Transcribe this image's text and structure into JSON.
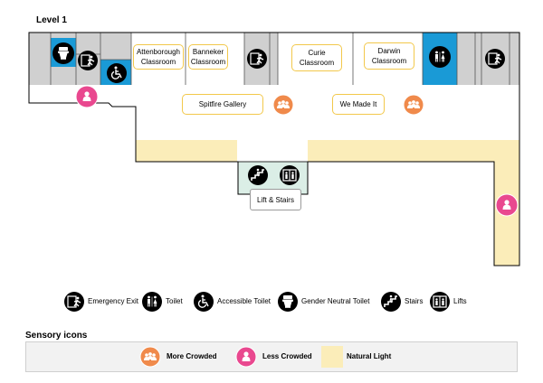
{
  "map": {
    "level_title": "Level 1",
    "rooms": [
      {
        "id": "attenborough",
        "label": "Attenborough Classroom"
      },
      {
        "id": "banneker",
        "label": "Banneker Classroom"
      },
      {
        "id": "curie",
        "label": "Curie Classroom"
      },
      {
        "id": "darwin",
        "label": "Darwin Classroom"
      },
      {
        "id": "spitfire",
        "label": "Spitfire Gallery"
      },
      {
        "id": "wemadeit",
        "label": "We Made It"
      }
    ],
    "lift_stairs_label": "Lift & Stairs"
  },
  "legend": {
    "items": [
      {
        "icon": "emergency-exit-icon",
        "label": "Emergency Exit"
      },
      {
        "icon": "toilet-icon",
        "label": "Toilet"
      },
      {
        "icon": "accessible-toilet-icon",
        "label": "Accessible Toilet"
      },
      {
        "icon": "gender-neutral-toilet-icon",
        "label": "Gender Neutral Toilet"
      },
      {
        "icon": "stairs-icon",
        "label": "Stairs"
      },
      {
        "icon": "lifts-icon",
        "label": "Lifts"
      }
    ]
  },
  "sensory": {
    "title": "Sensory icons",
    "items": [
      {
        "icon": "more-crowded-icon",
        "label": "More Crowded"
      },
      {
        "icon": "less-crowded-icon",
        "label": "Less Crowded"
      },
      {
        "icon": "natural-light-swatch",
        "label": "Natural Light"
      }
    ]
  },
  "colors": {
    "wall": "#d0d0d0",
    "accessible_blue": "#1a9ad6",
    "natural_light": "#fbedb9",
    "more_crowded": "#f08a4b",
    "less_crowded": "#e9488f",
    "room_label_border": "#f2c84b",
    "lift_area": "#dbeee6"
  }
}
